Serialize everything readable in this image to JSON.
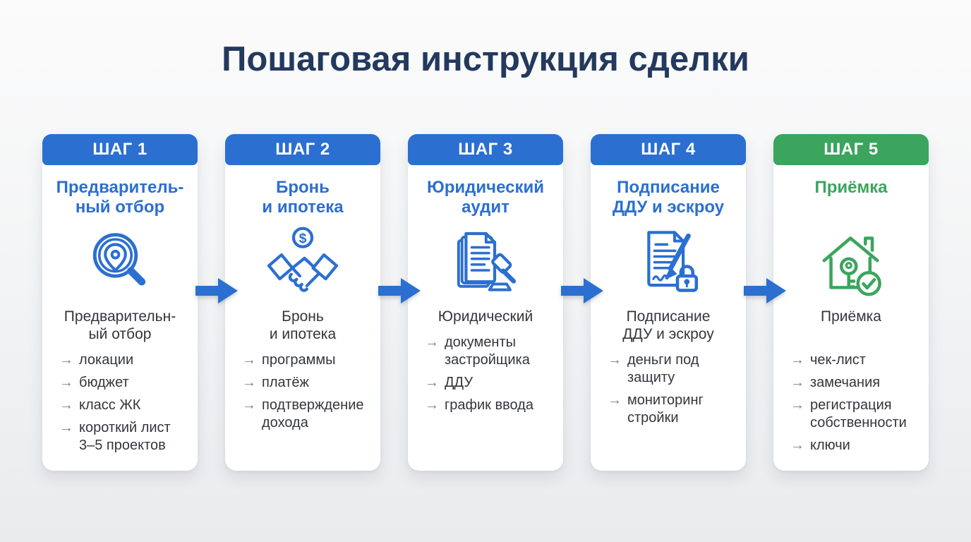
{
  "page": {
    "title": "Пошаговая инструкция сделки"
  },
  "ui": {
    "bullet_marker": "→"
  },
  "colors": {
    "accent_blue": "#2b6fd1",
    "accent_green": "#3ba55d",
    "title_navy": "#23395d",
    "text_dark": "#33363c",
    "bullet_arrow_gray": "#7d838b",
    "card_background": "#ffffff"
  },
  "steps": [
    {
      "header": "ШАГ 1",
      "accent": "blue",
      "title": "Предваритель-\nный отбор",
      "icon": "search-location-icon",
      "subtitle": "Предварительн-\nый отбор",
      "bullets": [
        "локации",
        "бюджет",
        "класс ЖК",
        "короткий лист\n3–5 проектов"
      ]
    },
    {
      "header": "ШАГ 2",
      "accent": "blue",
      "title": "Бронь\nи ипотека",
      "icon": "handshake-money-icon",
      "subtitle": "Бронь\nи ипотека",
      "bullets": [
        "программы",
        "платёж",
        "подтверждение\nдохода"
      ]
    },
    {
      "header": "ШАГ 3",
      "accent": "blue",
      "title": "Юридический\nаудит",
      "icon": "documents-gavel-icon",
      "subtitle": "Юридический",
      "bullets": [
        "документы\nзастройщика",
        "ДДУ",
        "график ввода"
      ]
    },
    {
      "header": "ШАГ 4",
      "accent": "blue",
      "title": "Подписание\nДДУ и эскроу",
      "icon": "contract-pen-lock-icon",
      "subtitle": "Подписание\nДДУ и эскроу",
      "bullets": [
        "деньги под\nзащиту",
        "мониторинг\nстройки"
      ]
    },
    {
      "header": "ШАГ 5",
      "accent": "green",
      "title": "Приёмка",
      "icon": "house-key-check-icon",
      "subtitle": "Приёмка",
      "bullets": [
        "чек-лист",
        "замечания",
        "регистрация\nсобственности",
        "ключи"
      ]
    }
  ]
}
